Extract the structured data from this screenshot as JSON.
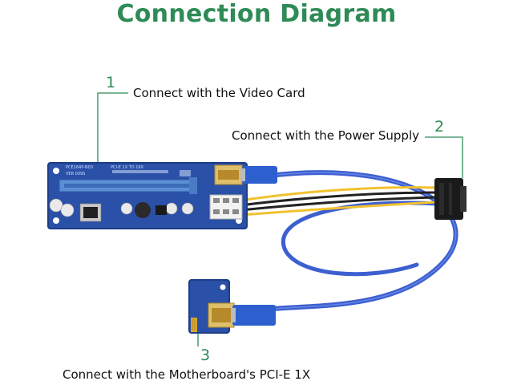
{
  "title": "Connection Diagram",
  "colors": {
    "title": "#2e8b57",
    "callout_number": "#2e8b57",
    "callout_line": "#2e8b57",
    "pcb": "#2a50a8",
    "pcb_dark": "#1d3d86",
    "slot": "#5b8fd4",
    "cable": "#3d5fd0",
    "usb_plug": "#2e5fcf",
    "gold": "#d9a730",
    "power_yellow": "#f2c12e",
    "power_black": "#222222",
    "sata_connector": "#1a1a1a"
  },
  "callouts": [
    {
      "number": "1",
      "label": "Connect with the Video Card"
    },
    {
      "number": "2",
      "label": "Connect with the Power Supply"
    },
    {
      "number": "3",
      "label": "Connect with the Motherboard's PCI-E 1X"
    }
  ],
  "board": {
    "silkscreen_model": "PCE164P-N03",
    "silkscreen_version": "VER 009S",
    "silkscreen_spec": "PCI-E 1X TO 16X"
  }
}
